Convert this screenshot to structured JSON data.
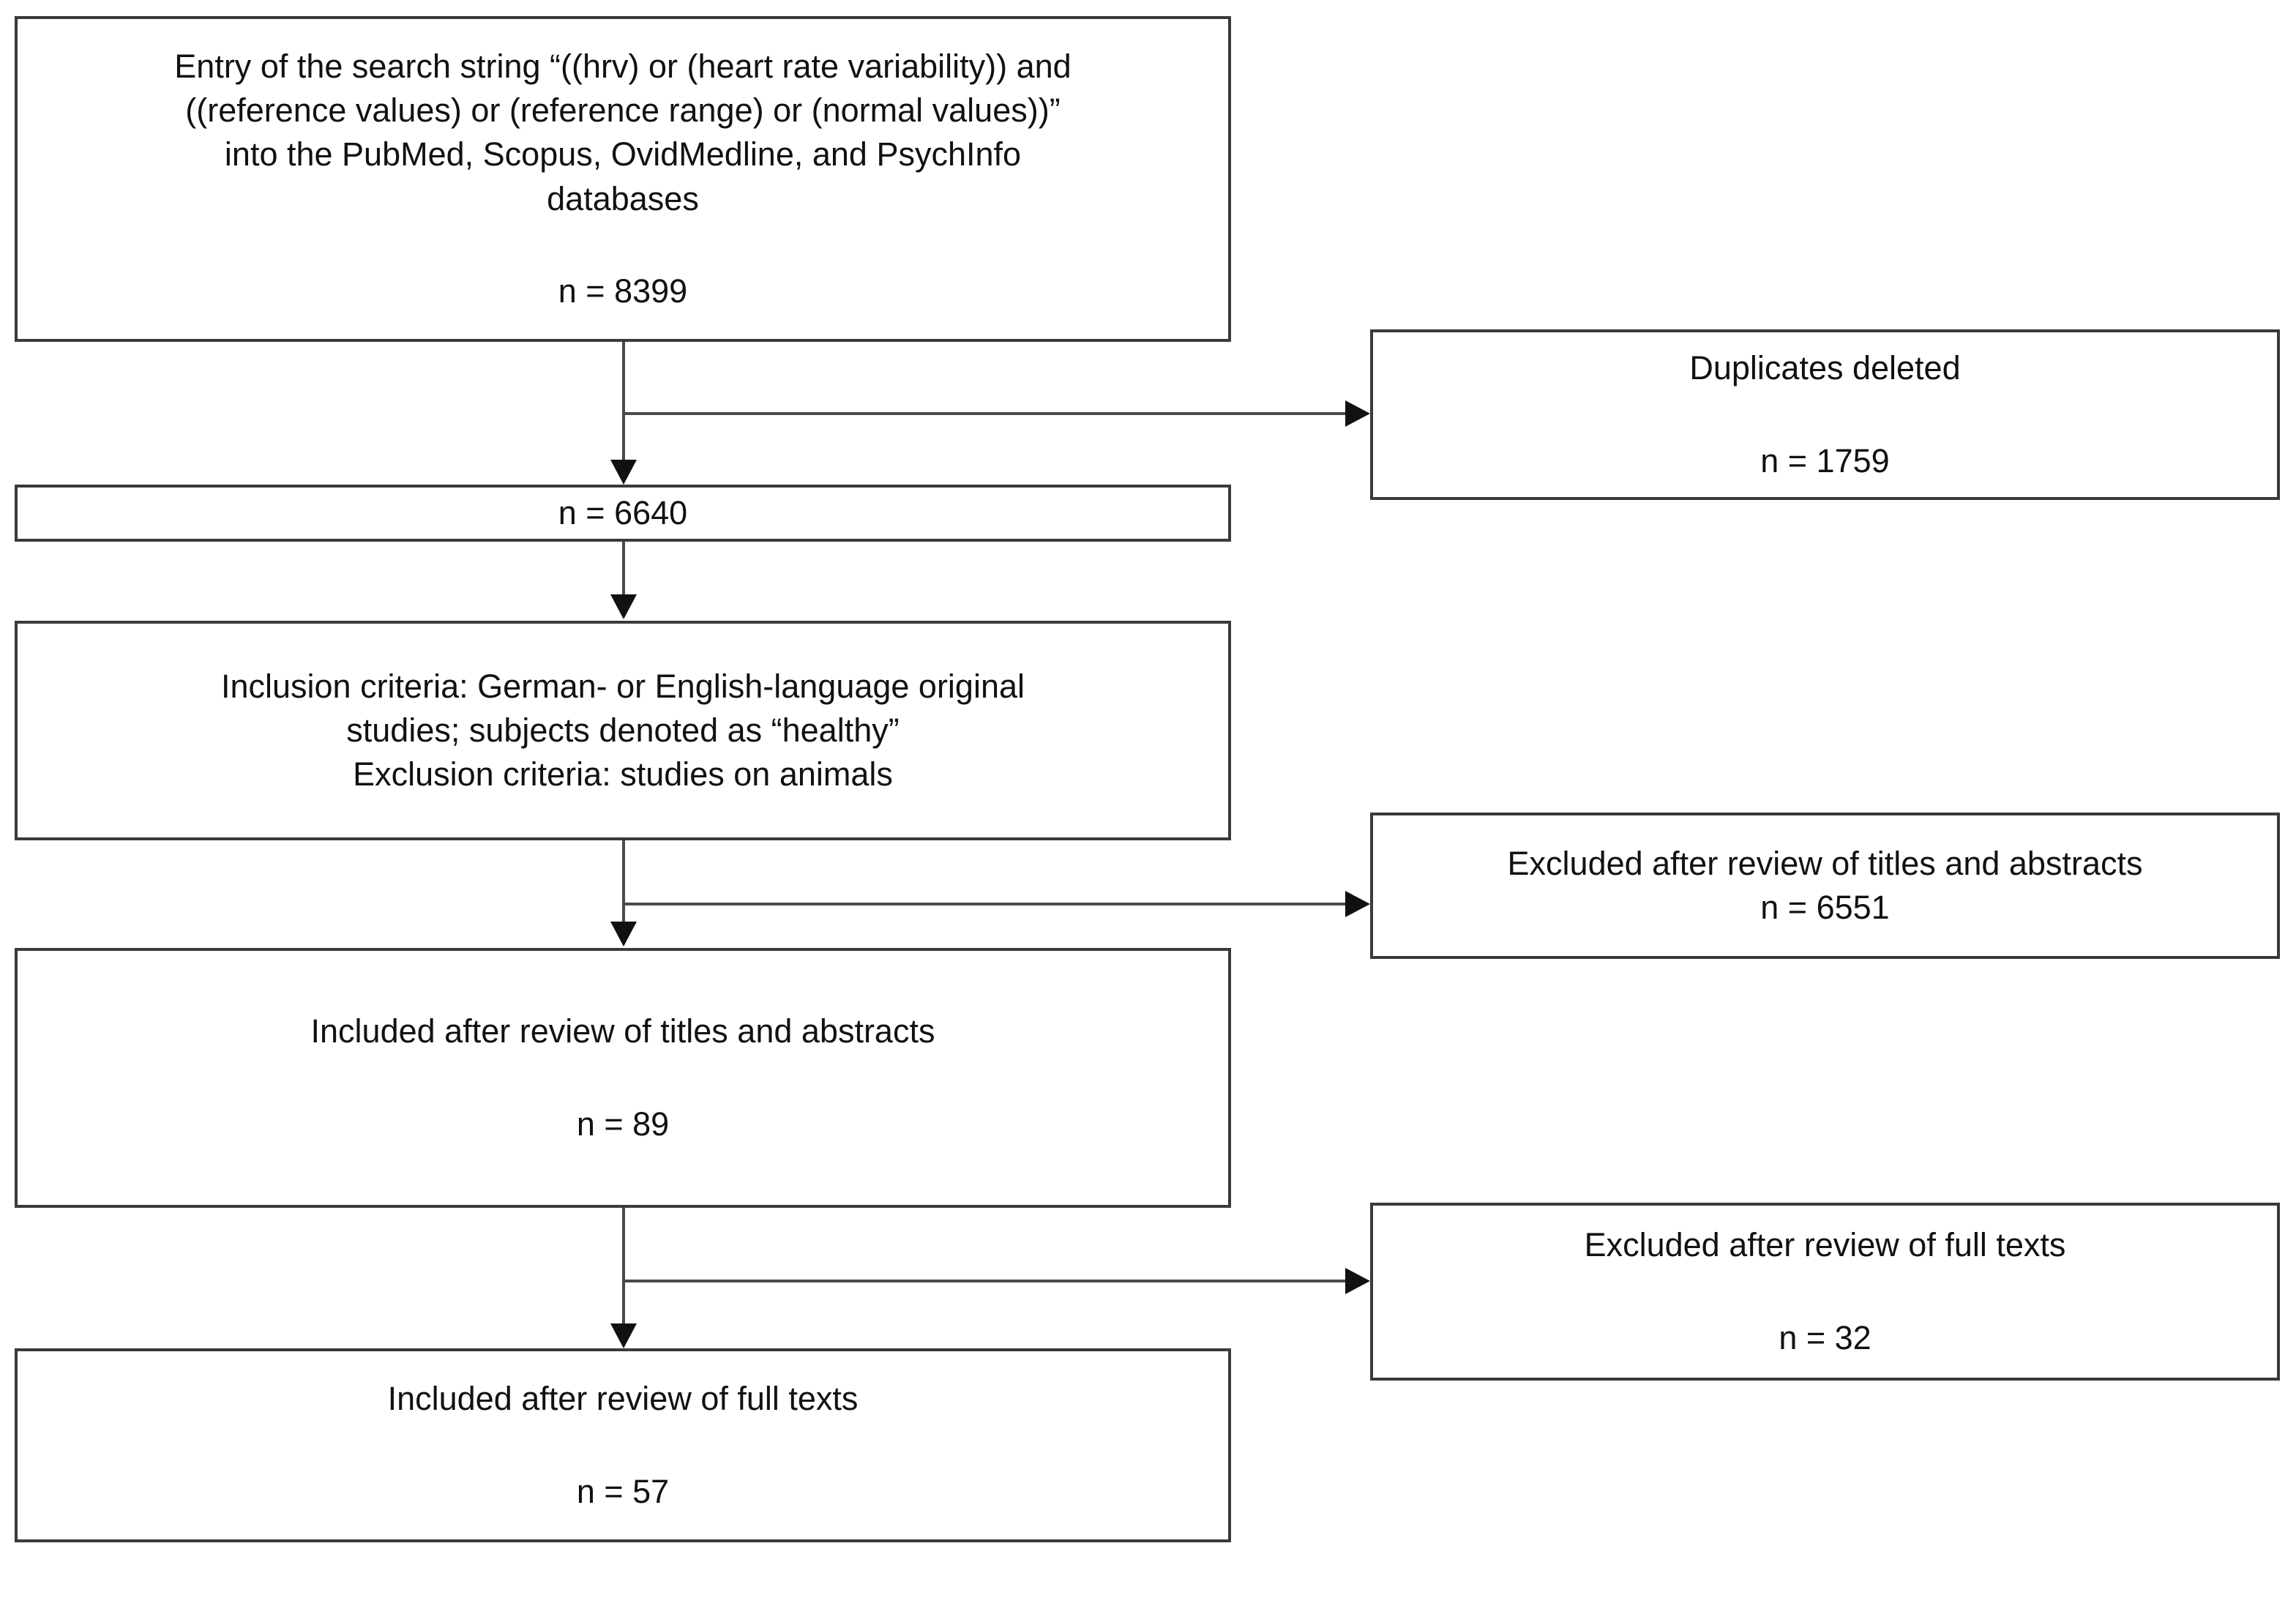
{
  "diagram": {
    "title": "PRISMA-style literature selection flow chart",
    "type": "flowchart",
    "colors": {
      "box_border": "#3a3a3a",
      "connector": "#4b4b4b",
      "arrow_head": "#111111",
      "background": "#ffffff",
      "text": "#111111"
    },
    "nodes": [
      {
        "id": "search-entry",
        "column": "left",
        "text": "Entry of the search string “((hrv) or (heart rate variability)) and\n((reference values) or (reference range) or (normal values))”\ninto the PubMed, Scopus, OvidMedline, and PsychInfo\ndatabases",
        "count": "n = 8399"
      },
      {
        "id": "duplicates-deleted",
        "column": "right",
        "text": "Duplicates deleted",
        "count": "n = 1759"
      },
      {
        "id": "after-duplicates",
        "column": "left",
        "text": "",
        "count": "n = 6640"
      },
      {
        "id": "criteria",
        "column": "left",
        "text": "Inclusion criteria: German- or English-language original\nstudies; subjects denoted as “healthy”\nExclusion criteria: studies on animals",
        "count": ""
      },
      {
        "id": "excluded-titles-abstracts",
        "column": "right",
        "text": "Excluded after review of titles and abstracts",
        "count": "n = 6551"
      },
      {
        "id": "included-titles-abstracts",
        "column": "left",
        "text": "Included after review of titles and abstracts",
        "count": "n = 89"
      },
      {
        "id": "excluded-full-texts",
        "column": "right",
        "text": "Excluded after review of full texts",
        "count": "n = 32"
      },
      {
        "id": "included-full-texts",
        "column": "left",
        "text": "Included after review of full texts",
        "count": "n = 57"
      }
    ],
    "edges": [
      {
        "id": "e1",
        "from": "search-entry",
        "to": "after-duplicates",
        "kind": "vertical-arrow"
      },
      {
        "id": "e2",
        "from": "search-entry",
        "to": "duplicates-deleted",
        "kind": "branch-right-arrow"
      },
      {
        "id": "e3",
        "from": "after-duplicates",
        "to": "criteria",
        "kind": "vertical-arrow"
      },
      {
        "id": "e4",
        "from": "criteria",
        "to": "included-titles-abstracts",
        "kind": "vertical-arrow"
      },
      {
        "id": "e5",
        "from": "criteria",
        "to": "excluded-titles-abstracts",
        "kind": "branch-right-arrow"
      },
      {
        "id": "e6",
        "from": "included-titles-abstracts",
        "to": "included-full-texts",
        "kind": "vertical-arrow"
      },
      {
        "id": "e7",
        "from": "included-titles-abstracts",
        "to": "excluded-full-texts",
        "kind": "branch-right-arrow"
      }
    ]
  }
}
